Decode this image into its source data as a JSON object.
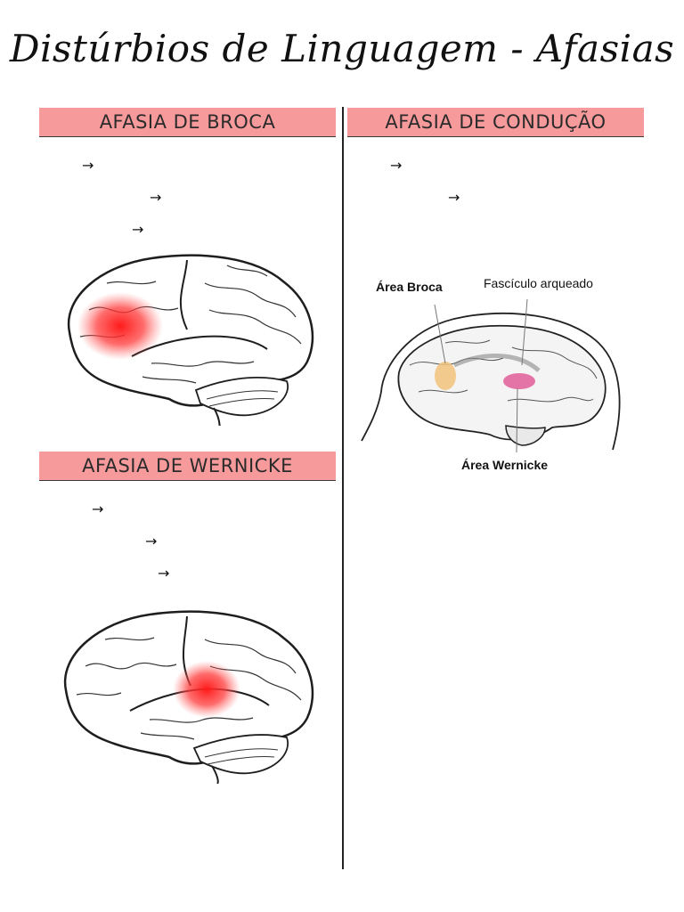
{
  "title": "Distúrbios de Linguagem - Afasias",
  "sections": {
    "broca": {
      "heading": "AFASIA DE BROCA",
      "bullets": [
        "→",
        "→",
        "→"
      ]
    },
    "conducao": {
      "heading": "AFASIA DE CONDUÇÃO",
      "bullets": [
        "→",
        "→"
      ]
    },
    "wernicke": {
      "heading": "AFASIA DE WERNICKE",
      "bullets": [
        "→",
        "→",
        "→"
      ]
    }
  },
  "conduction_figure": {
    "label_broca": "Área Broca",
    "label_fasciculo": "Fascículo arqueado",
    "label_wernicke": "Área Wernicke"
  },
  "colors": {
    "band": "#f79a9b",
    "highlight": "#ff2a2a"
  }
}
